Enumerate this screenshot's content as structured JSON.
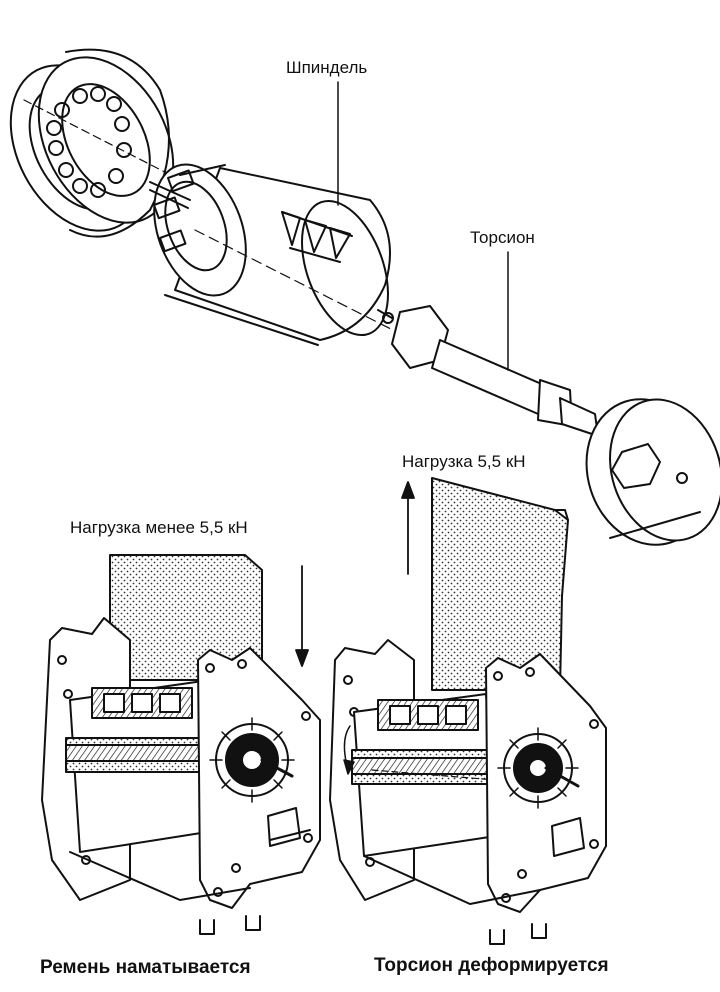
{
  "labels": {
    "spindle": "Шпиндель",
    "torsion": "Торсион",
    "load_high": "Нагрузка 5,5 кН",
    "load_low": "Нагрузка менее 5,5 кН",
    "caption_left": "Ремень наматывается",
    "caption_right": "Торсион деформируется"
  }
}
